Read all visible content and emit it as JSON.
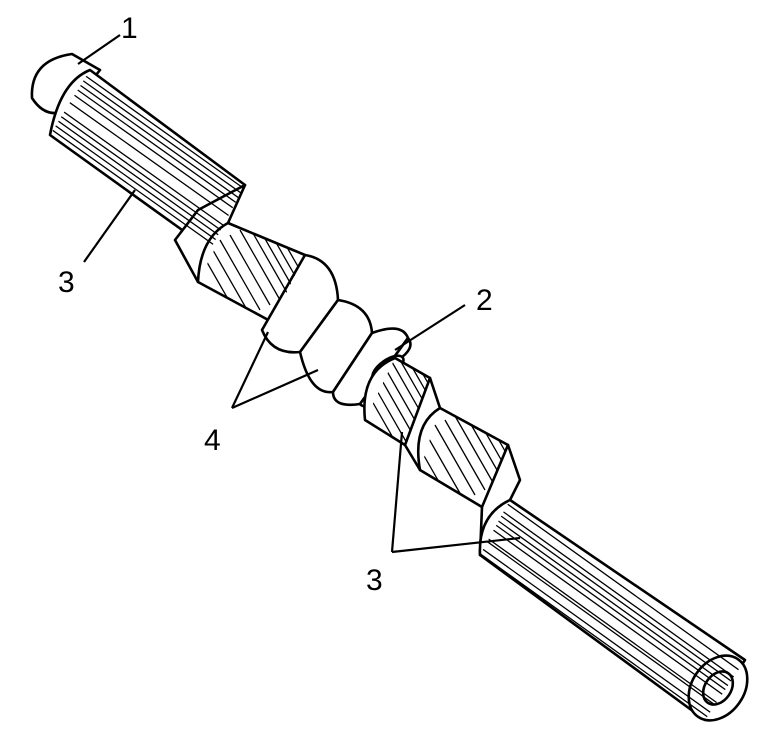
{
  "diagram": {
    "type": "technical-illustration",
    "subject": "splined shaft",
    "callouts": [
      {
        "id": "c1",
        "label": "1"
      },
      {
        "id": "c2",
        "label": "2"
      },
      {
        "id": "c3a",
        "label": "3"
      },
      {
        "id": "c3b",
        "label": "3"
      },
      {
        "id": "c4",
        "label": "4"
      }
    ],
    "colors": {
      "line": "#000000",
      "background": "#ffffff",
      "fill": "#ffffff"
    }
  }
}
